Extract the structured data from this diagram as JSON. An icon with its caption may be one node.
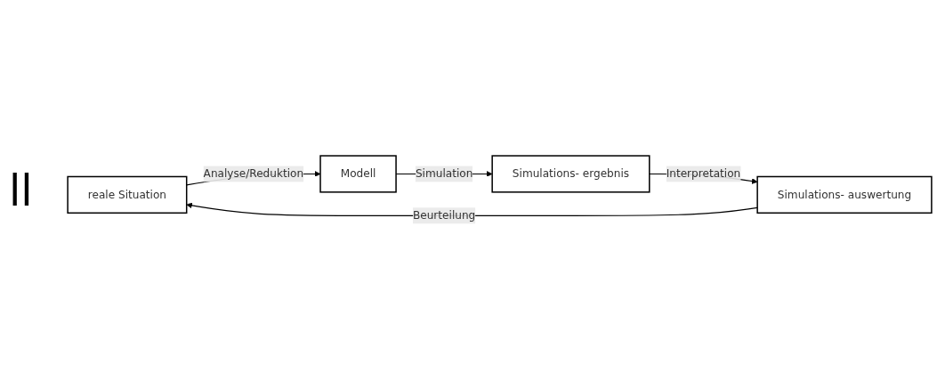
{
  "diagram": {
    "nodes": [
      {
        "text": [
          "reale Situation"
        ]
      },
      {
        "text": [
          "Modell"
        ]
      },
      {
        "text": [
          "Simulations- ergebnis"
        ]
      },
      {
        "text": [
          "Simulations- auswertung"
        ]
      }
    ],
    "edges": [
      {
        "from": 0,
        "to": 1,
        "arrow": "to",
        "label": "Analyse/Reduktion"
      },
      {
        "from": 1,
        "to": 2,
        "arrow": "to",
        "label": "Simulation"
      },
      {
        "from": 2,
        "to": 3,
        "arrow": "to",
        "label": "Interpretation"
      },
      {
        "from": 3,
        "to": 0,
        "arrow": "to",
        "label": "Beurteilung"
      }
    ],
    "labels": [
      "ll"
    ]
  }
}
